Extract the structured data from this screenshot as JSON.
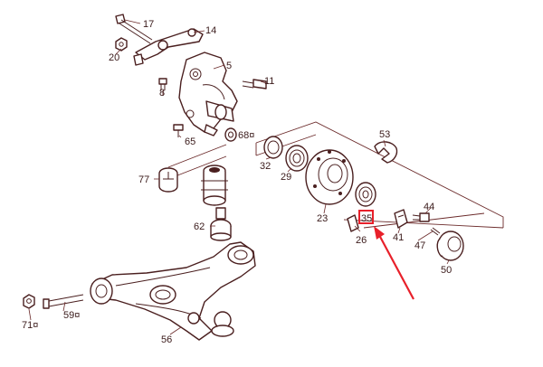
{
  "colors": {
    "ink": "#4a1f1f",
    "highlight": "#e8202a",
    "background": "#ffffff"
  },
  "parts": [
    {
      "id": "p17",
      "label": "17"
    },
    {
      "id": "p14",
      "label": "14"
    },
    {
      "id": "p20",
      "label": "20"
    },
    {
      "id": "p5",
      "label": "5"
    },
    {
      "id": "p8",
      "label": "8"
    },
    {
      "id": "p11",
      "label": "11"
    },
    {
      "id": "p65",
      "label": "65"
    },
    {
      "id": "p68",
      "label": "68¤"
    },
    {
      "id": "p32",
      "label": "32"
    },
    {
      "id": "p29",
      "label": "29"
    },
    {
      "id": "p53",
      "label": "53"
    },
    {
      "id": "p77",
      "label": "77"
    },
    {
      "id": "p23",
      "label": "23"
    },
    {
      "id": "p44",
      "label": "44"
    },
    {
      "id": "p62",
      "label": "62"
    },
    {
      "id": "p35",
      "label": "35"
    },
    {
      "id": "p26",
      "label": "26"
    },
    {
      "id": "p41",
      "label": "41"
    },
    {
      "id": "p47",
      "label": "47"
    },
    {
      "id": "p50",
      "label": "50"
    },
    {
      "id": "p71",
      "label": "71¤"
    },
    {
      "id": "p59",
      "label": "59¤"
    },
    {
      "id": "p56",
      "label": "56"
    }
  ]
}
